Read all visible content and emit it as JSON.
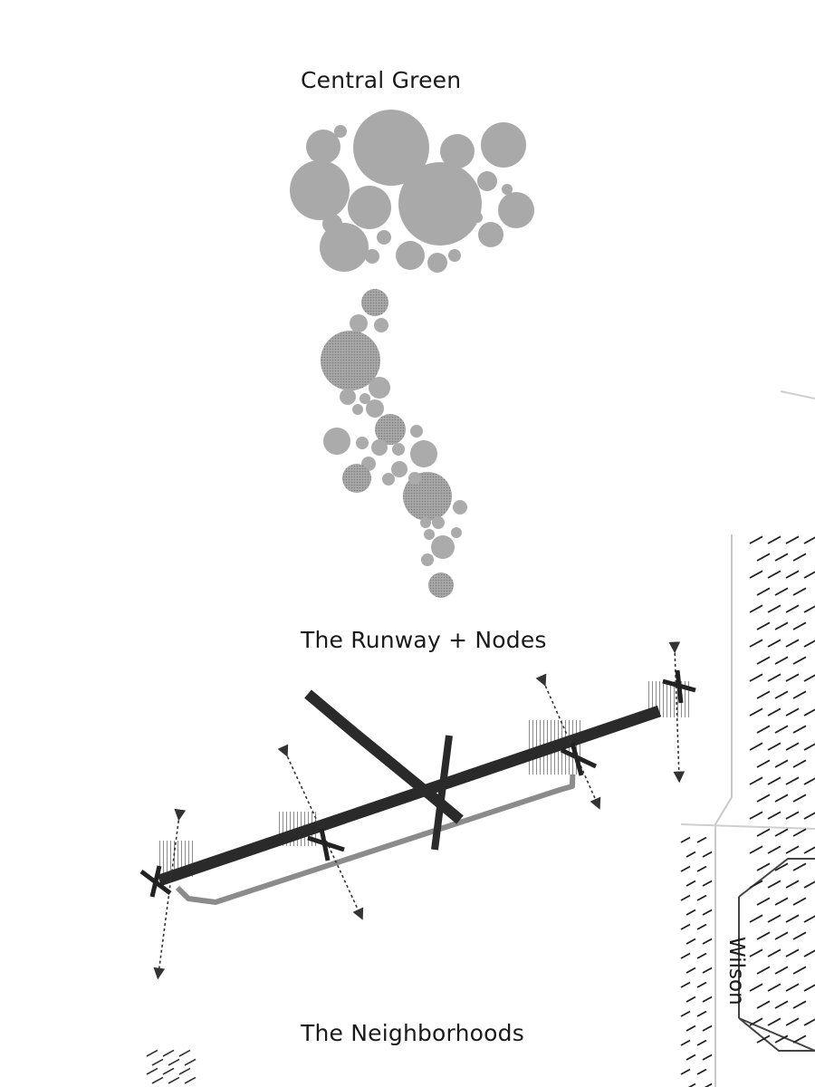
{
  "labels": {
    "central_green": "Central Green",
    "runway_nodes": "The Runway + Nodes",
    "neighborhoods": "The Neighborhoods",
    "street": "Wilson"
  },
  "colors": {
    "green_circle": "#a8a8a8",
    "hatched_circle": "#9c9c9c",
    "runway": "#2a2a2a",
    "path": "#8a8a8a",
    "node_hatch": "#777777",
    "street_line": "#c8c8c8",
    "dash": "#222222"
  },
  "icons": {
    "node_marker": "x-mark-icon",
    "access_arrow": "double-arrow-icon"
  }
}
